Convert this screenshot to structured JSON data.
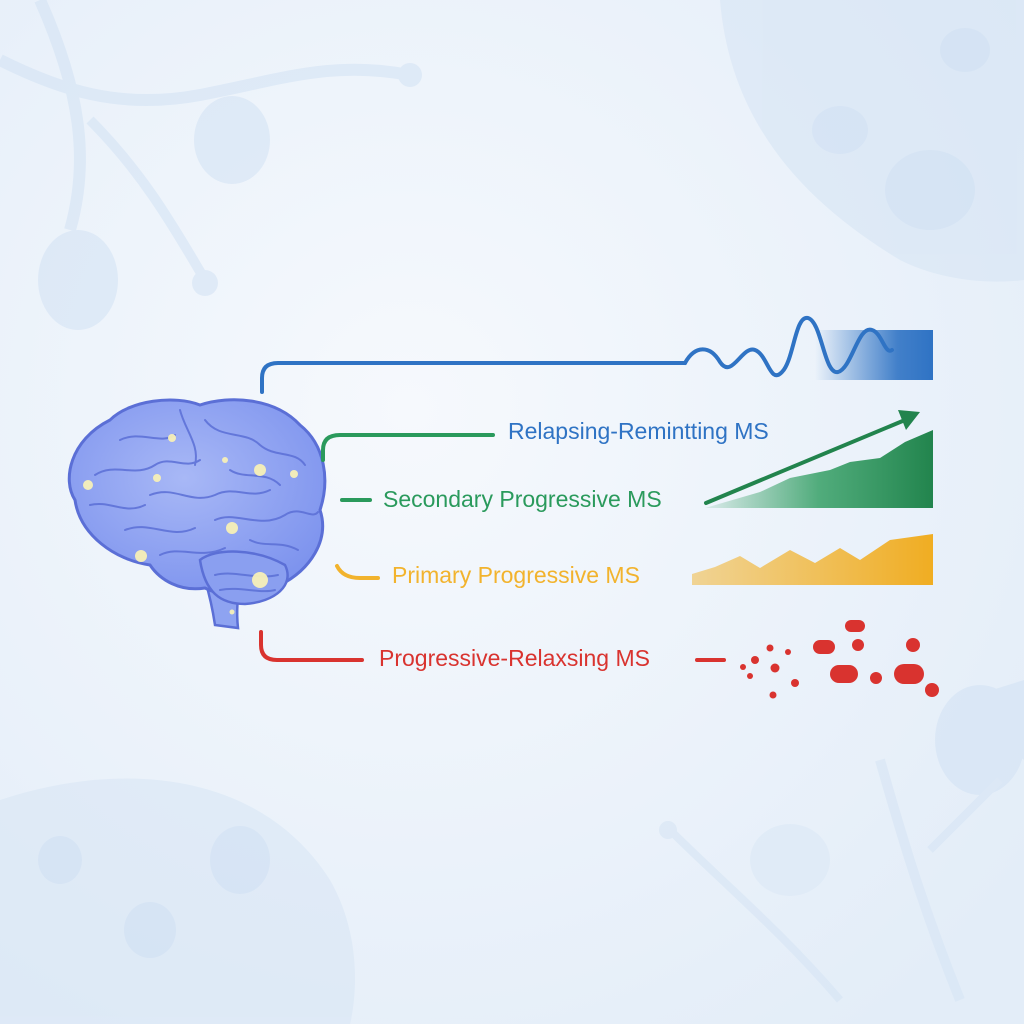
{
  "types": [
    {
      "id": "rr",
      "label": "Relapsing-Remintting MS",
      "color": "#2f73c4"
    },
    {
      "id": "sp",
      "label": "Secondary Progressive MS",
      "color": "#2a9a5c"
    },
    {
      "id": "pp",
      "label": "Primary Progressive MS",
      "color": "#f2b32d"
    },
    {
      "id": "pr",
      "label": "Progressive-Relaxsing MS",
      "color": "#d9332f"
    }
  ],
  "colors": {
    "background": "#eef4fb",
    "brain_fill": "#8ea3f1",
    "brain_outline": "#5b6fd6",
    "lesion": "#f7f0b8"
  }
}
